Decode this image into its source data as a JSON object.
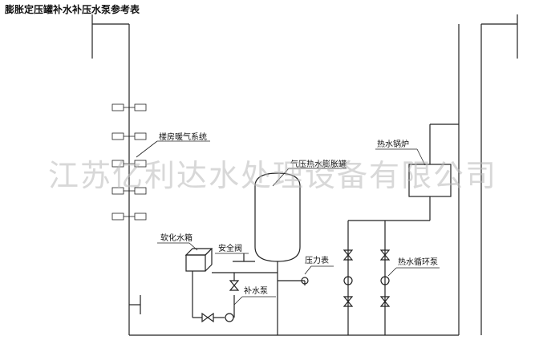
{
  "title": "膨胀定压罐补水补压水泵参考表",
  "watermark": "江苏亿利达水处理设备有限公司",
  "labels": {
    "building_heating": "楼房暖气系统",
    "expansion_tank": "气压热水膨胀罐",
    "boiler": "热水锅炉",
    "softened_tank": "软化水箱",
    "safety_valve": "安全阀",
    "pressure_gauge": "压力表",
    "makeup_pump": "补水泵",
    "circulation_pump": "热水循环泵"
  }
}
